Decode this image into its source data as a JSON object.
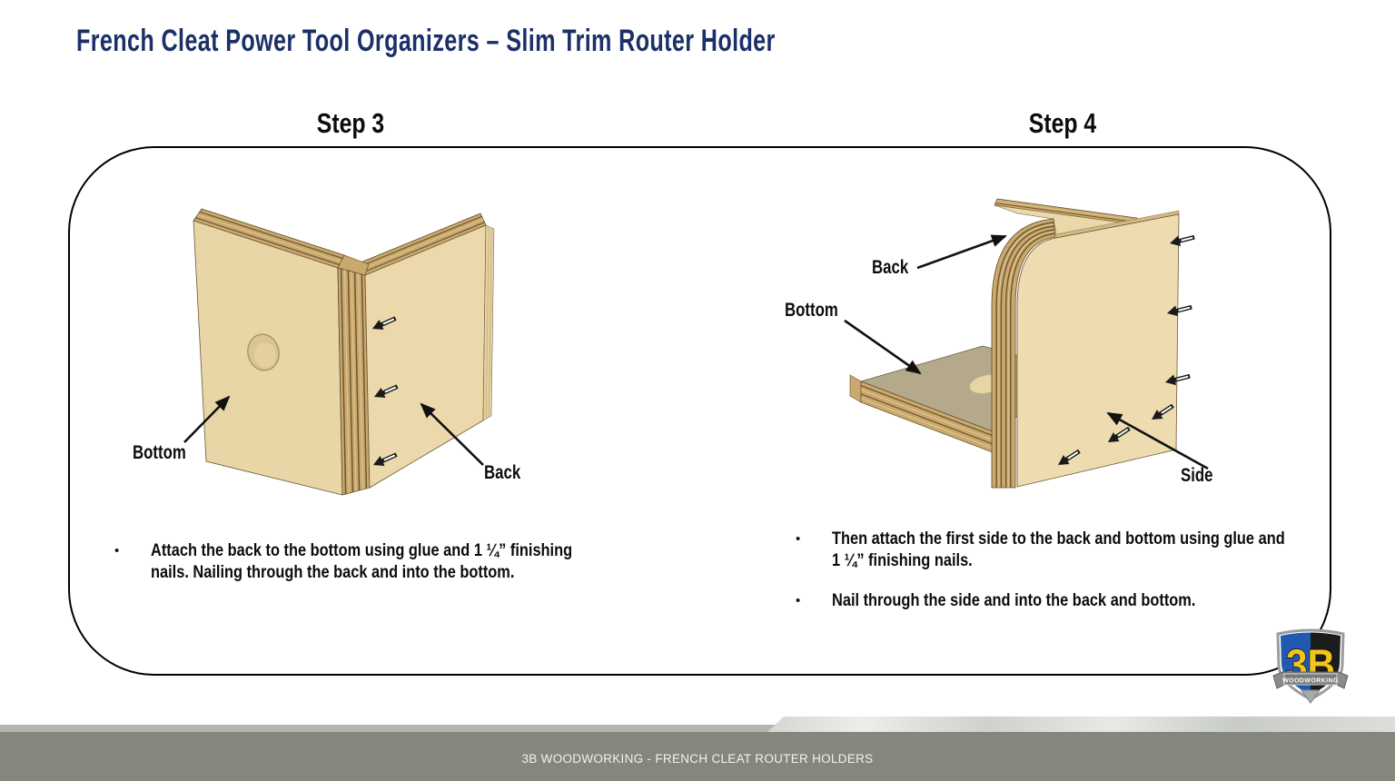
{
  "slide": {
    "title": "French Cleat Power Tool Organizers – Slim Trim Router Holder"
  },
  "steps": [
    {
      "heading": "Step 3",
      "labels": [
        {
          "text": "Bottom"
        },
        {
          "text": "Back"
        }
      ],
      "bullets": [
        {
          "lines": [
            "Attach the back to the bottom using glue and 1 ¼” finishing",
            "nails.  Nailing through the back and into the bottom."
          ]
        }
      ]
    },
    {
      "heading": "Step 4",
      "labels": [
        {
          "text": "Back"
        },
        {
          "text": "Bottom"
        },
        {
          "text": "Side"
        }
      ],
      "bullets": [
        {
          "lines": [
            "Then attach the first side to the back and bottom using glue and",
            "1 ¼” finishing nails."
          ]
        },
        {
          "lines": [
            "Nail through the side and into the back and bottom."
          ]
        }
      ]
    }
  ],
  "glyphs": {
    "bullet": "•"
  },
  "logo": {
    "monogram": "3B",
    "banner": "WOODWORKING"
  },
  "footer": {
    "text": "3B WOODWORKING - FRENCH CLEAT ROUTER HOLDERS"
  },
  "colors": {
    "title_navy": "#1c3068",
    "wood_face": "#ecd9ab",
    "wood_edge_tan": "#c9a96d",
    "wood_stripe_dark": "#6f5531",
    "footer_bar": "#84877c",
    "logo_blue": "#1f5ab0",
    "logo_black": "#1c1c1c",
    "logo_yellow": "#f2c51d"
  }
}
